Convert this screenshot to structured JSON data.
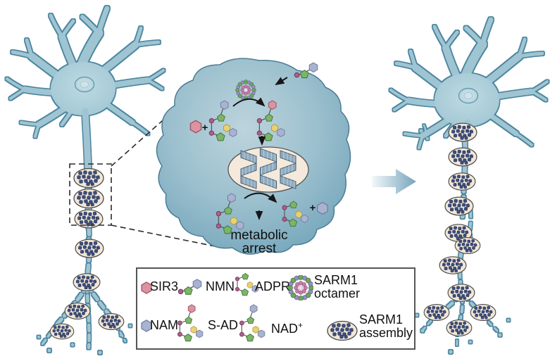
{
  "figure": {
    "description": "SARM1-driven axon degeneration diagram",
    "left_neuron": "neuron-with-degenerating-axon",
    "right_neuron": "neuron-with-fragmented-axon",
    "inset": "axoplasm-reactions"
  },
  "inset": {
    "plus": "+",
    "arrest_line1": "metabolic",
    "arrest_line2": "arrest"
  },
  "legend": {
    "items": [
      {
        "id": "sir3",
        "label": "SIR3"
      },
      {
        "id": "nmn",
        "label": "NMN"
      },
      {
        "id": "adpr",
        "label": "ADPR"
      },
      {
        "id": "sarm1-octamer",
        "label": "SARM1",
        "label2": "octamer"
      },
      {
        "id": "nam",
        "label": "NAM"
      },
      {
        "id": "s-ad",
        "label": "S-AD"
      },
      {
        "id": "nad",
        "label": "NAD",
        "sup": "+"
      },
      {
        "id": "sarm1-assembly",
        "label": "SARM1",
        "label2": "assembly"
      }
    ]
  },
  "colors": {
    "neuron_fill": "#9fc5d2",
    "neuron_outline": "#4e86a0",
    "inset_edge": "#6fa2b8",
    "inset_center": "#b9d3dd",
    "bead_fill": "#f2e6d5",
    "assembly_cluster": "#3d4d7c",
    "molecule_green": "#7cb568",
    "molecule_blue": "#a9b3cf",
    "molecule_pink": "#dc93a0",
    "molecule_yellow": "#e8d172",
    "molecule_dot": "#b05e88",
    "arrow_black": "#161616"
  }
}
